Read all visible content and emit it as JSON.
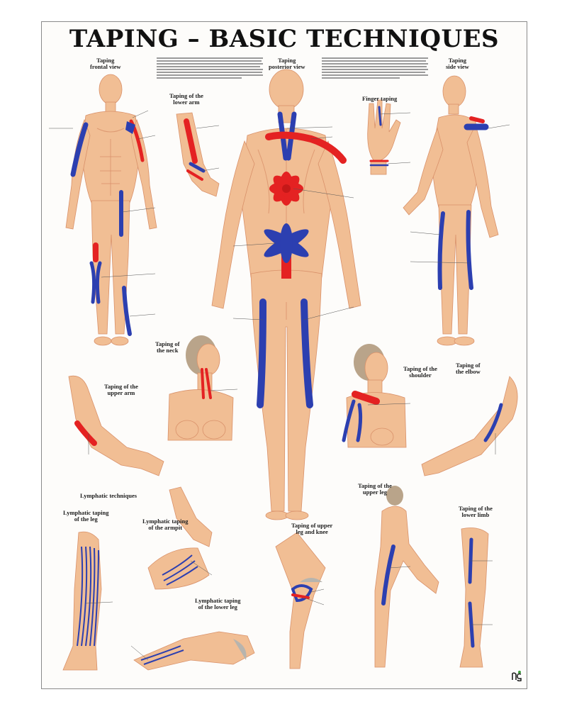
{
  "poster": {
    "title": "TAPING – BASIC TECHNIQUES",
    "labels": {
      "frontal_view": [
        "Taping",
        "frontal view"
      ],
      "posterior_view": [
        "Taping",
        "posterior view"
      ],
      "side_view": [
        "Taping",
        "side view"
      ],
      "lower_arm": [
        "Taping of the",
        "lower arm"
      ],
      "finger": [
        "Finger taping"
      ],
      "neck": [
        "Taping of",
        "the neck"
      ],
      "upper_arm": [
        "Taping of the",
        "upper arm"
      ],
      "shoulder": [
        "Taping of the",
        "shoulder"
      ],
      "elbow": [
        "Taping of",
        "the elbow"
      ],
      "lymphatic_techniques": [
        "Lymphatic techniques"
      ],
      "lymph_leg": [
        "Lymphatic taping",
        "of the leg"
      ],
      "lymph_armpit": [
        "Lymphatic taping",
        "of the armpit"
      ],
      "lymph_lower_leg": [
        "Lymphatic taping",
        "of the lower leg"
      ],
      "upper_leg_knee": [
        "Taping of upper",
        "leg and knee"
      ],
      "upper_leg": [
        "Taping of the",
        "upper leg"
      ],
      "lower_limb": [
        "Taping of the",
        "lower limb"
      ]
    },
    "colors": {
      "skin": "#f1be94",
      "skin_shade": "#d9916a",
      "tape_blue": "#2c3fb0",
      "tape_red": "#e42222",
      "hair": "#b9a48a",
      "border": "#8a8a8a"
    },
    "logo_icon": "ng-logo-icon"
  }
}
